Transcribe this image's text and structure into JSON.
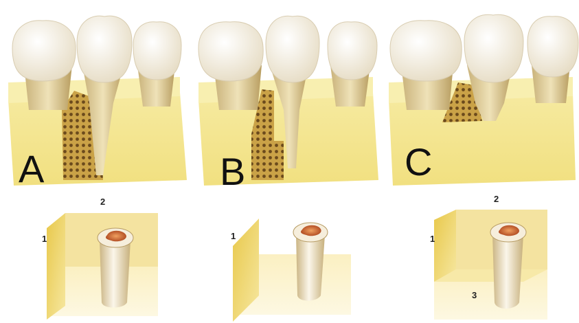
{
  "panels": [
    {
      "letter": "A",
      "walls": {
        "w1": "1",
        "w2": "2",
        "w3": ""
      }
    },
    {
      "letter": "B",
      "walls": {
        "w1": "1",
        "w2": "",
        "w3": ""
      }
    },
    {
      "letter": "C",
      "walls": {
        "w1": "1",
        "w2": "2",
        "w3": "3"
      }
    }
  ],
  "colors": {
    "bone": "#f3e48c",
    "bone_light": "#fbf3b8",
    "enamel": "#f6f1e4",
    "root": "#d9c79a",
    "defect": "#caa247",
    "pulp": "#c45a22"
  }
}
